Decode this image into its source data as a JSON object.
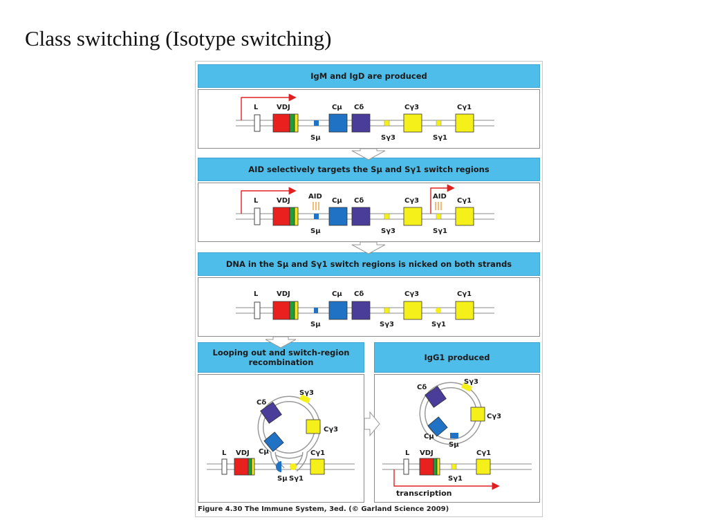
{
  "slide": {
    "title": "Class switching (Isotype switching)"
  },
  "panels": {
    "p1": "IgM and IgD are produced",
    "p2": "AID selectively targets the Sμ and Sγ1 switch regions",
    "p3": "DNA in the Sμ and Sγ1 switch regions is nicked on both strands",
    "p4": "Looping out and switch-region recombination",
    "p5": "IgG1 produced"
  },
  "labels": {
    "L": "L",
    "VDJ": "VDJ",
    "Cmu": "Cμ",
    "Cdelta": "Cδ",
    "Cg3": "Cγ3",
    "Cg1": "Cγ1",
    "Smu": "Sμ",
    "Sg3": "Sγ3",
    "Sg1": "Sγ1",
    "AID": "AID",
    "transcription": "transcription"
  },
  "caption": "Figure 4.30  The Immune System, 3ed. (© Garland Science 2009)",
  "colors": {
    "header": "#4fbde9",
    "vdj_red": "#e8201e",
    "vdj_green": "#1e9e3a",
    "vdj_yellow": "#f3e61a",
    "c_mu": "#1f72c4",
    "c_delta": "#4a3d9a",
    "c_gamma": "#f5ef1a",
    "arrow": "#e02020",
    "aid": "#f08a1c"
  }
}
